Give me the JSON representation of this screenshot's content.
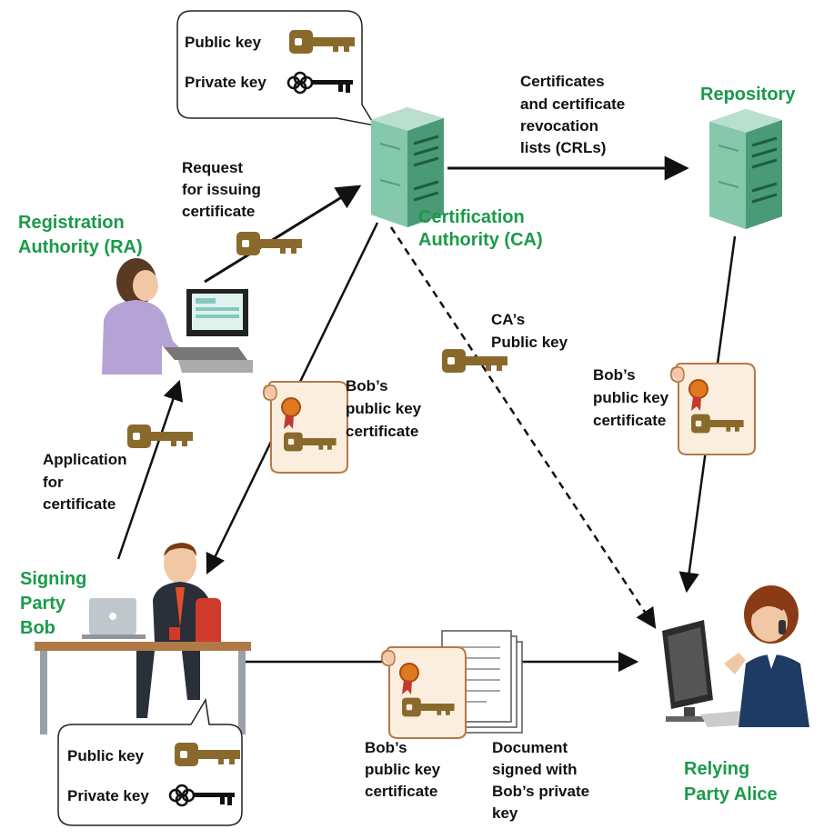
{
  "colors": {
    "role_label": "#1a9a4a",
    "key": "#8a6a2c",
    "server": "#7fc2a6",
    "certificate": "#f6e3c6",
    "seal": "#e07820",
    "arrow": "#111111"
  },
  "ca_keys": {
    "public": "Public key",
    "private": "Private key"
  },
  "bob_keys": {
    "public": "Public key",
    "private": "Private key"
  },
  "ca": {
    "name": [
      "Certification",
      "Authority (CA)"
    ]
  },
  "repository": {
    "name": "Repository"
  },
  "ra": {
    "name": [
      "Registration",
      "Authority (RA)"
    ]
  },
  "bob": {
    "name": [
      "Signing",
      "Party",
      "Bob"
    ]
  },
  "alice": {
    "name": [
      "Relying",
      "Party Alice"
    ]
  },
  "flows": {
    "request": [
      "Request",
      "for issuing",
      "certificate"
    ],
    "crl": [
      "Certificates",
      "and certificate",
      "revocation",
      "lists (CRLs)"
    ],
    "ca_public_key": [
      "CA’s",
      "Public key"
    ],
    "cert_from_ca": [
      "Bob’s",
      "public key",
      "certificate"
    ],
    "cert_from_repo": [
      "Bob’s",
      "public key",
      "certificate"
    ],
    "application": [
      "Application",
      "for",
      "certificate"
    ],
    "cert_bottom": [
      "Bob’s",
      "public key",
      "certificate"
    ],
    "document": [
      "Document",
      "signed with",
      "Bob’s private",
      "key"
    ]
  }
}
